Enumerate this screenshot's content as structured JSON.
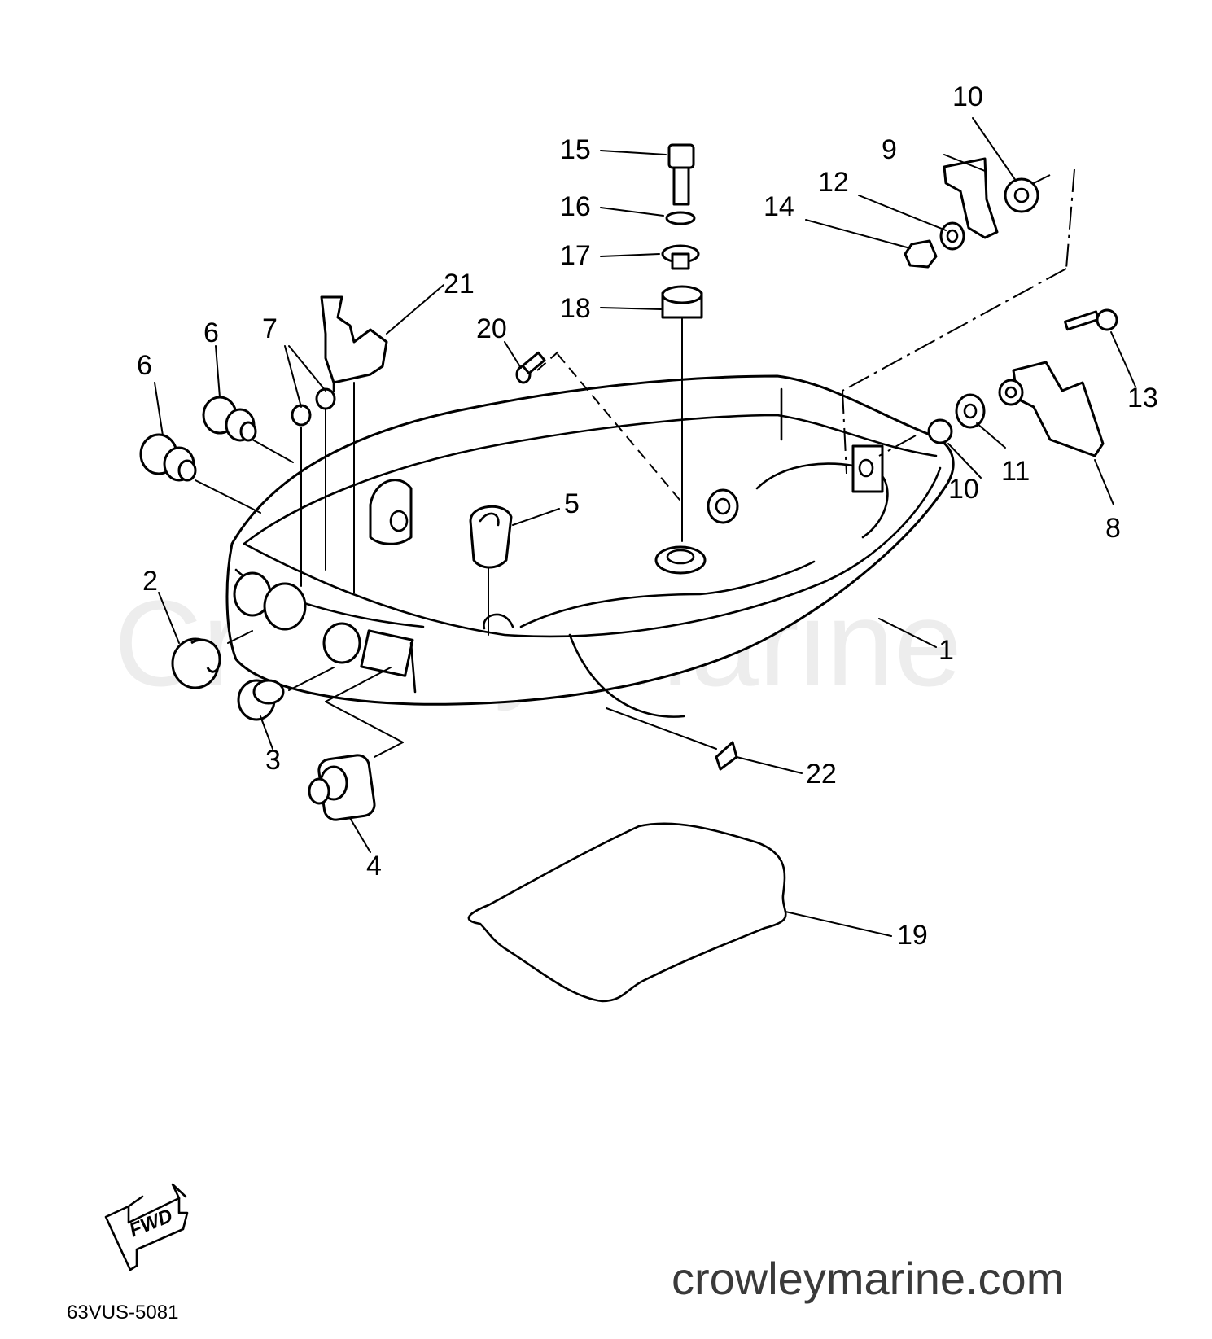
{
  "watermark": "Crowley Marine",
  "website": "crowleymarine.com",
  "drawing_code": "63VUS-5081",
  "fwd_label": "FWD",
  "callouts": {
    "c1": "1",
    "c2": "2",
    "c3": "3",
    "c4": "4",
    "c5": "5",
    "c6a": "6",
    "c6b": "6",
    "c7": "7",
    "c8": "8",
    "c9": "9",
    "c10a": "10",
    "c10b": "10",
    "c11": "11",
    "c12": "12",
    "c13": "13",
    "c14": "14",
    "c15": "15",
    "c16": "16",
    "c17": "17",
    "c18": "18",
    "c19": "19",
    "c20": "20",
    "c21": "21",
    "c22": "22"
  }
}
